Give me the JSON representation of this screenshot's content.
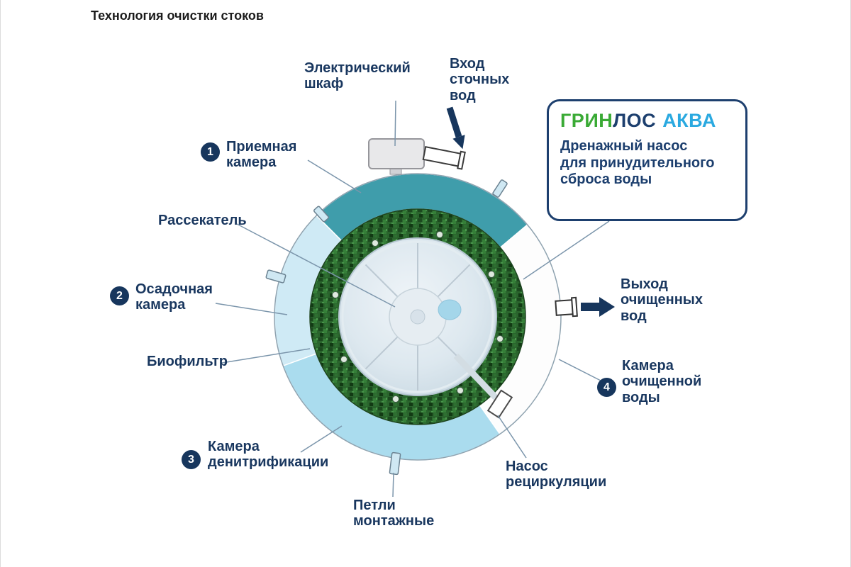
{
  "title": "Технология очистки стоков",
  "brand_box": {
    "brand_green": "ГРИН",
    "brand_navy": "ЛОС",
    "brand_aqua": "АКВА",
    "description": "Дренажный насос\nдля принудительного\nсброса воды"
  },
  "markers": [
    {
      "number": "1",
      "label": "Приемная\nкамера"
    },
    {
      "number": "2",
      "label": "Осадочная\nкамера"
    },
    {
      "number": "3",
      "label": "Камера\nденитрификации"
    },
    {
      "number": "4",
      "label": "Камера\nочищенной\nводы"
    }
  ],
  "labels": {
    "electrical_cabinet": "Электрический\nшкаф",
    "inlet": "Вход\nсточных\nвод",
    "splitter": "Рассекатель",
    "biofilter": "Биофильтр",
    "mounting_loops": "Петли\nмонтажные",
    "recirculation_pump": "Насос\nрециркуляции",
    "outlet": "Выход\nочищенных\nвод"
  },
  "colors": {
    "navy_text": "#19375f",
    "marker_bg": "#17365d",
    "receiving_chamber_teal": "#3f9dab",
    "denitrification_blue": "#aadcee",
    "sediment_pale_blue": "#cfeaf5",
    "clean_water_white": "#fdfdfd",
    "biofilter_green": "#2a642d",
    "brand_green": "#3aaa35",
    "brand_aqua": "#2aa9e0"
  }
}
